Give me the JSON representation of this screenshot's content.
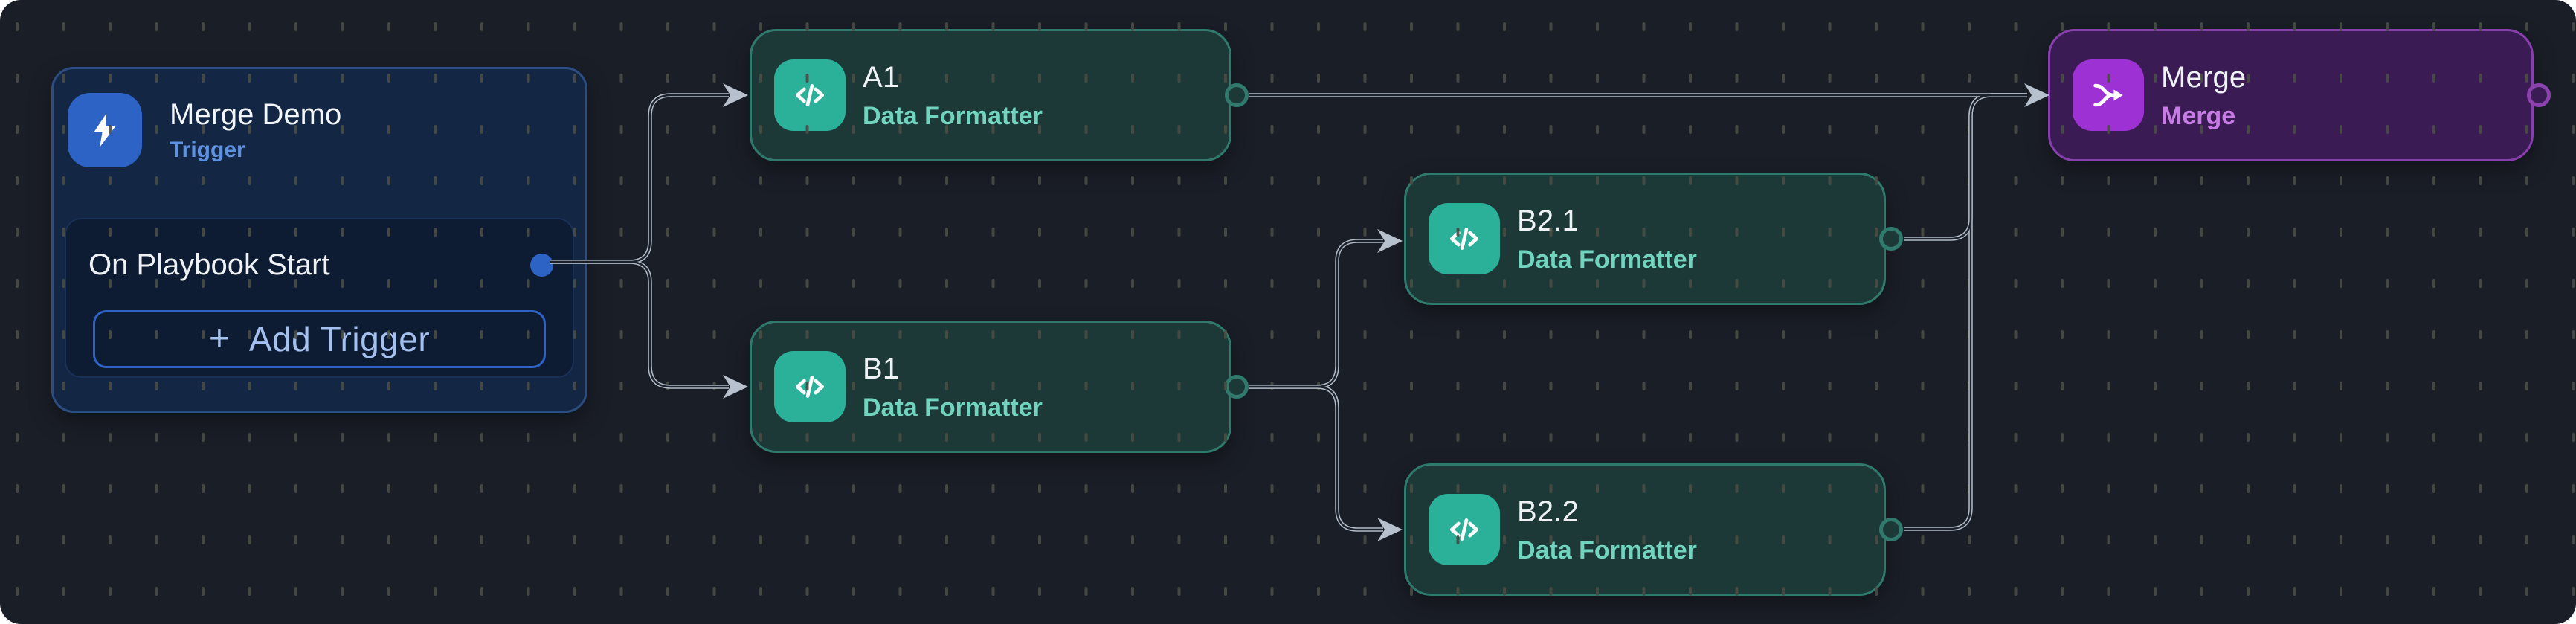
{
  "canvas": {
    "background": "#1a1e27",
    "grid_dot_color": "#494d45"
  },
  "trigger_card": {
    "title": "Merge Demo",
    "type_label": "Trigger",
    "item_label": "On Playbook Start",
    "add_trigger_plus": "+",
    "add_trigger_label": "Add Trigger"
  },
  "nodes": {
    "a1": {
      "title": "A1",
      "subtitle": "Data Formatter"
    },
    "b1": {
      "title": "B1",
      "subtitle": "Data Formatter"
    },
    "b2_1": {
      "title": "B2.1",
      "subtitle": "Data Formatter"
    },
    "b2_2": {
      "title": "B2.2",
      "subtitle": "Data Formatter"
    },
    "merge": {
      "title": "Merge",
      "subtitle": "Merge"
    }
  },
  "connections": [
    {
      "from": "On Playbook Start",
      "to": "A1"
    },
    {
      "from": "On Playbook Start",
      "to": "B1"
    },
    {
      "from": "B1",
      "to": "B2.1"
    },
    {
      "from": "B1",
      "to": "B2.2"
    },
    {
      "from": "A1",
      "to": "Merge"
    },
    {
      "from": "B2.1",
      "to": "Merge"
    },
    {
      "from": "B2.2",
      "to": "Merge"
    }
  ],
  "colors": {
    "teal_node_bg": "#1d3937",
    "teal_node_border": "#2f7a6c",
    "teal_icon": "#2bb09a",
    "teal_subtitle": "#70d4bf",
    "purple_node_bg": "#3b1b54",
    "purple_node_border": "#873fae",
    "purple_icon": "#9e31d3",
    "purple_subtitle": "#c77be4",
    "trigger_card_bg": "#132744",
    "trigger_card_border": "#2c4d82",
    "trigger_icon": "#2d63c5",
    "trigger_label_blue": "#5e92e0",
    "trigger_port_blue": "#2d63c4",
    "edge_gray": "#b2bdc9",
    "title_white": "#eef2f5"
  }
}
